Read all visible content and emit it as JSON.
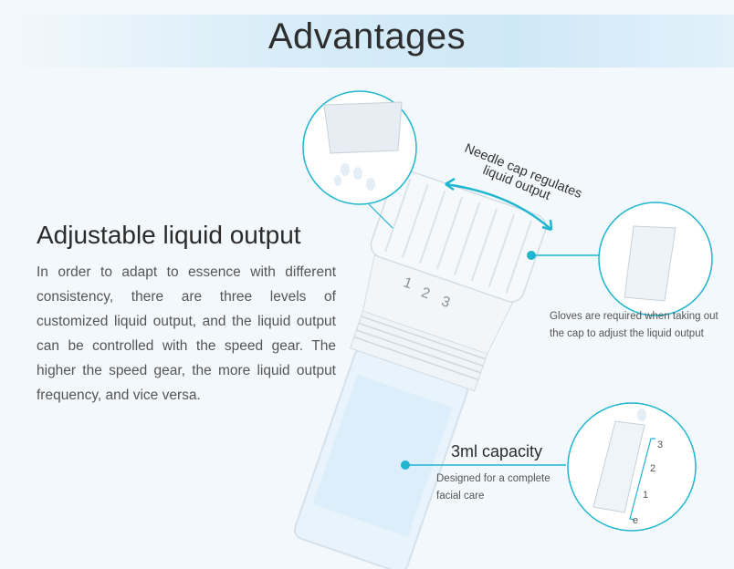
{
  "title": "Advantages",
  "feature": {
    "heading": "Adjustable liquid output",
    "description": "In order to adapt to essence with different consistency, there are three levels of customized liquid output, and the liquid output can be controlled with the speed gear. The higher the speed gear, the more liquid output frequency, and vice versa."
  },
  "callouts": {
    "needle_cap_line1": "Needle cap regulates",
    "needle_cap_line2": "liquid output",
    "gloves_line1": "Gloves are required when taking out",
    "gloves_line2": "the cap to adjust the liquid output",
    "capacity_title": "3ml capacity",
    "capacity_line1": "Designed for a complete",
    "capacity_line2": "facial care"
  },
  "gear_levels": [
    "1",
    "2",
    "3"
  ],
  "scale_marks": [
    "3",
    "2",
    "1",
    "e"
  ],
  "colors": {
    "accent": "#1fb6cf",
    "background": "#f3f8fc"
  }
}
